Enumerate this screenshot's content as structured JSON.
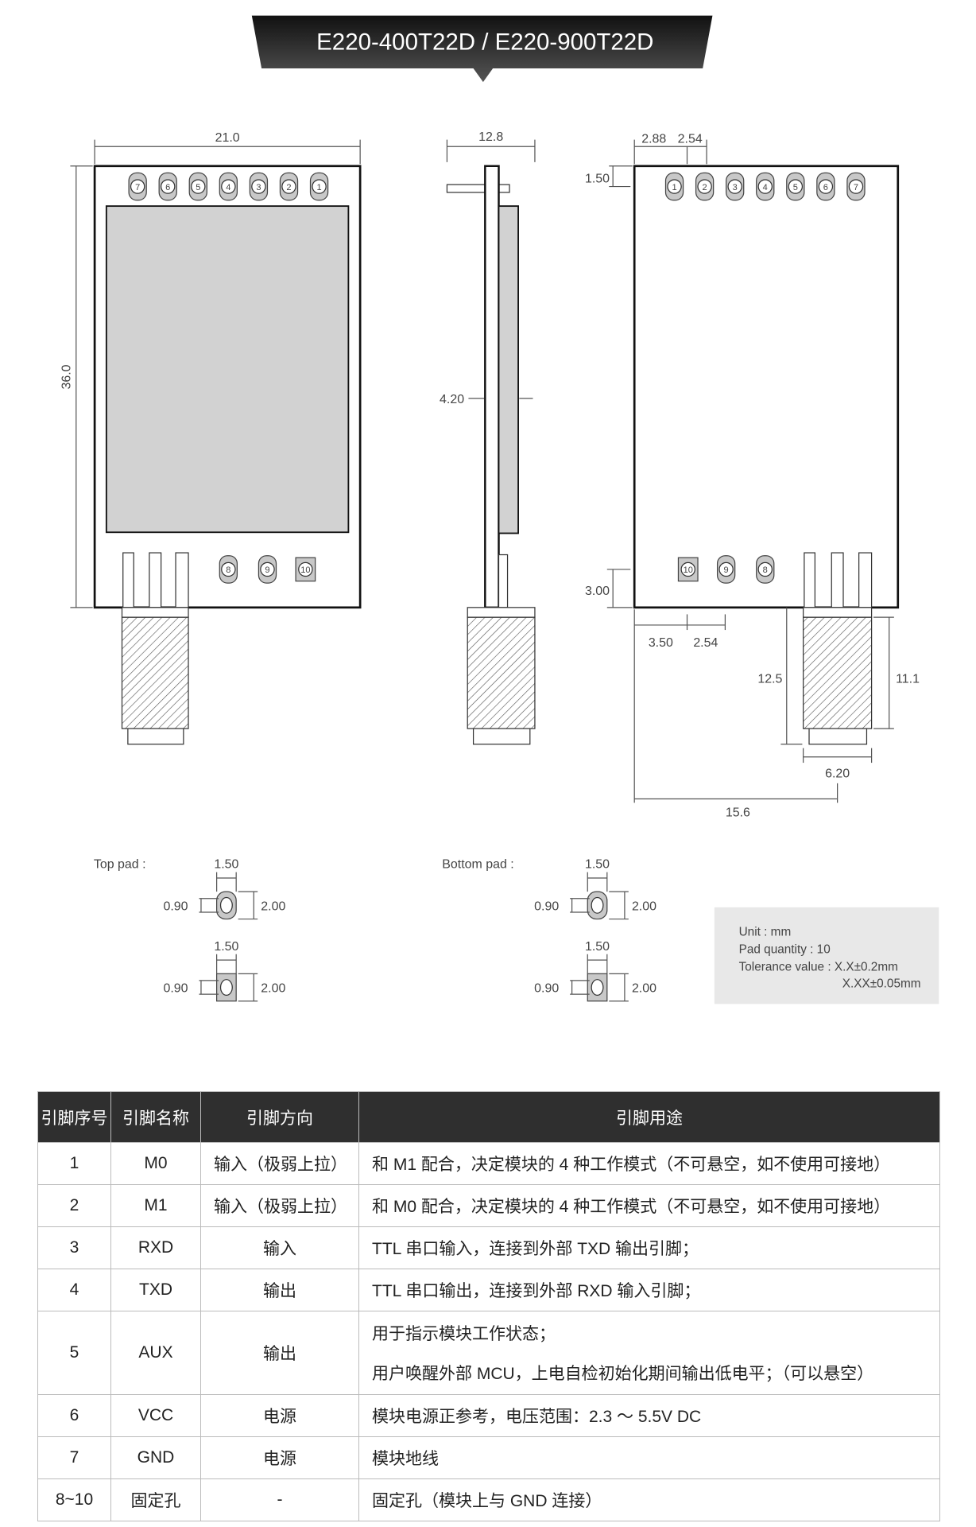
{
  "title": "E220-400T22D / E220-900T22D",
  "views": {
    "front": {
      "width_label": "21.0",
      "height_label": "36.0",
      "top_pins": [
        "7",
        "6",
        "5",
        "4",
        "3",
        "2",
        "1"
      ],
      "bottom_pins": [
        "8",
        "9",
        "10"
      ]
    },
    "side": {
      "thickness_label": "12.8",
      "module_label": "4.20"
    },
    "back": {
      "pin_offset_label": "2.88",
      "pin_pitch_label": "2.54",
      "pin_row_offset_label": "1.50",
      "top_pins": [
        "1",
        "2",
        "3",
        "4",
        "5",
        "6",
        "7"
      ],
      "bottom_pins": [
        "10",
        "9",
        "8"
      ],
      "bottom_row_offset_label": "3.00",
      "bottom_x_offset_label": "3.50",
      "bottom_pitch_label": "2.54",
      "antenna_length_label": "12.5",
      "antenna_body_label": "11.1",
      "antenna_width_label": "6.20",
      "antenna_x_label": "15.6"
    }
  },
  "pads": {
    "top_label": "Top pad :",
    "bottom_label": "Bottom pad :",
    "width": "1.50",
    "hole": "0.90",
    "height": "2.00"
  },
  "notes": {
    "unit": "Unit : mm",
    "pad_quantity": "Pad quantity : 10",
    "tolerance": "Tolerance value : X.X±0.2mm",
    "tolerance2": "X.XX±0.05mm"
  },
  "colors": {
    "header_bg": "#2f2f2f",
    "pad_fill": "#c8c8c8",
    "screen_fill": "#d2d2d2",
    "note_bg": "#e8e8e8"
  },
  "table": {
    "headers": [
      "引脚序号",
      "引脚名称",
      "引脚方向",
      "引脚用途"
    ],
    "rows": [
      {
        "no": "1",
        "name": "M0",
        "dir": "输入（极弱上拉）",
        "use": "和 M1 配合，决定模块的 4 种工作模式（不可悬空，如不使用可接地）"
      },
      {
        "no": "2",
        "name": "M1",
        "dir": "输入（极弱上拉）",
        "use": "和 M0 配合，决定模块的 4 种工作模式（不可悬空，如不使用可接地）"
      },
      {
        "no": "3",
        "name": "RXD",
        "dir": "输入",
        "use": "TTL 串口输入，连接到外部 TXD 输出引脚；"
      },
      {
        "no": "4",
        "name": "TXD",
        "dir": "输出",
        "use": "TTL 串口输出，连接到外部 RXD 输入引脚；"
      },
      {
        "no": "5",
        "name": "AUX",
        "dir": "输出",
        "use": "用于指示模块工作状态；",
        "use2": "用户唤醒外部 MCU，上电自检初始化期间输出低电平；（可以悬空）"
      },
      {
        "no": "6",
        "name": "VCC",
        "dir": "电源",
        "use": "模块电源正参考，电压范围：2.3 ～ 5.5V DC"
      },
      {
        "no": "7",
        "name": "GND",
        "dir": "电源",
        "use": "模块地线"
      },
      {
        "no": "8~10",
        "name": "固定孔",
        "dir": "-",
        "use": "固定孔（模块上与 GND 连接）"
      }
    ]
  }
}
